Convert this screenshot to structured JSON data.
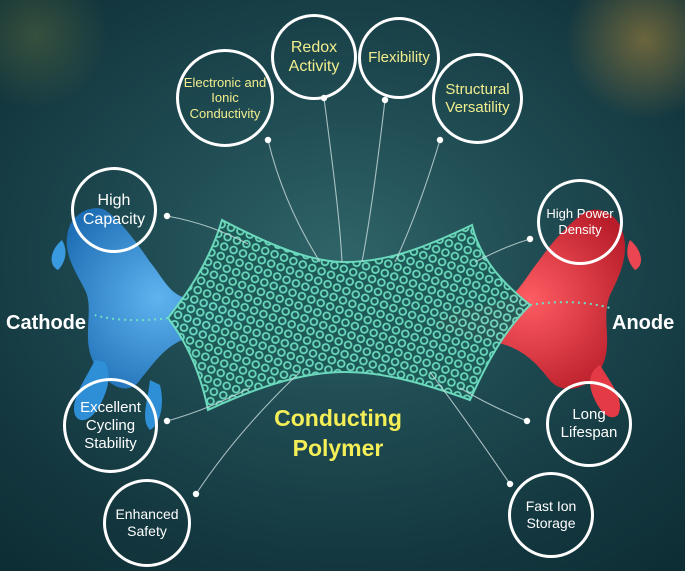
{
  "center_label": "Conducting Polymer",
  "left_label": "Cathode",
  "right_label": "Anode",
  "top_properties": [
    {
      "id": "electronic-ionic-conductivity",
      "label": "Electronic and Ionic Conductivity"
    },
    {
      "id": "redox-activity",
      "label": "Redox Activity"
    },
    {
      "id": "flexibility",
      "label": "Flexibility"
    },
    {
      "id": "structural-versatility",
      "label": "Structural Versatility"
    }
  ],
  "side_properties": [
    {
      "id": "high-capacity",
      "label": "High Capacity"
    },
    {
      "id": "excellent-cycling-stability",
      "label": "Excellent Cycling Stability"
    },
    {
      "id": "enhanced-safety",
      "label": "Enhanced Safety"
    },
    {
      "id": "high-power-density",
      "label": "High Power Density"
    },
    {
      "id": "long-lifespan",
      "label": "Long Lifespan"
    },
    {
      "id": "fast-ion-storage",
      "label": "Fast Ion Storage"
    }
  ],
  "colors": {
    "cathode": "#2f8fd6",
    "anode": "#e33a45",
    "polymer": "#5fd9b8",
    "top_text": "#f2ee8e",
    "center_text": "#f4ee57"
  }
}
